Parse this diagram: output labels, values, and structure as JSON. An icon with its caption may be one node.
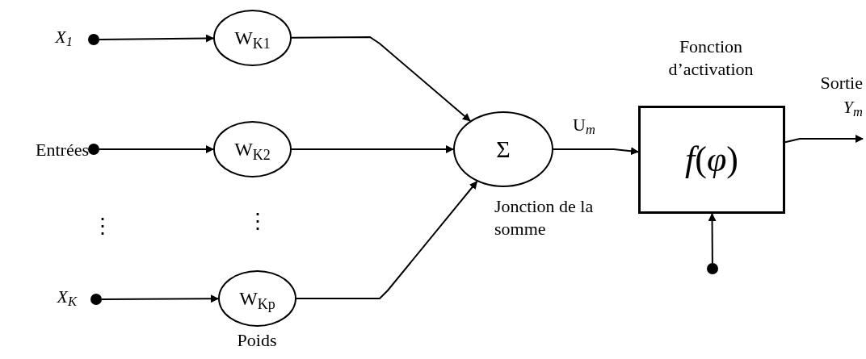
{
  "diagram": {
    "nodes": [
      {
        "text": [],
        "shape": "circle",
        "beside": [
          "*X*$_{1}$"
        ]
      },
      {
        "text": [],
        "shape": "circle",
        "beside": [
          "Entrées"
        ]
      },
      {
        "text": [],
        "shape": "circle",
        "beside": [
          "*X*$_{K}$"
        ]
      },
      {
        "text": [
          "W$_{K1}$"
        ]
      },
      {
        "text": [
          "W$_{K2}$"
        ]
      },
      {
        "text": [
          "W$_{Kp}$"
        ],
        "beside": [
          "Poids"
        ]
      },
      {
        "text": [
          "Σ"
        ],
        "beside": [
          "Jonction de la somme"
        ]
      },
      {
        "text": [
          "*f*(*φ*)"
        ],
        "beside": [
          "Fonction d’activation"
        ]
      },
      {
        "text": [],
        "shape": "circle"
      }
    ],
    "edges": [
      {
        "from": 0,
        "to": 3,
        "arrow": "to"
      },
      {
        "from": 1,
        "to": 4,
        "arrow": "to"
      },
      {
        "from": 2,
        "to": 5,
        "arrow": "to"
      },
      {
        "from": 3,
        "to": 6,
        "arrow": "to"
      },
      {
        "from": 4,
        "to": 6,
        "arrow": "to"
      },
      {
        "from": 5,
        "to": 6,
        "arrow": "to"
      },
      {
        "from": 6,
        "to": 7,
        "arrow": "to",
        "label": "U$_{m}$"
      },
      {
        "from": 8,
        "to": 7,
        "arrow": "to"
      },
      {
        "from": 7,
        "to": null,
        "arrow": "to",
        "label": "Sortie *Y*$_{m}$"
      }
    ],
    "labels": [
      "⋮",
      "⋮"
    ]
  }
}
